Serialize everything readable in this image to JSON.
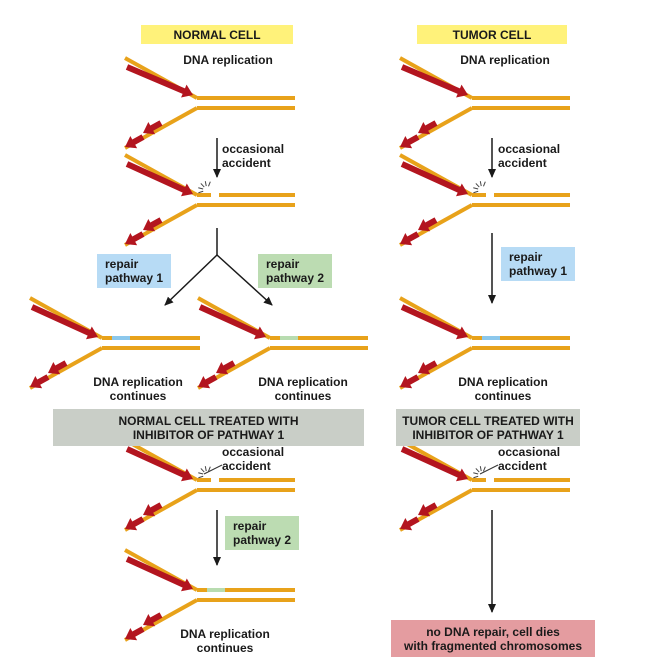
{
  "colors": {
    "strand": "#e8a21a",
    "primer": "#b3151f",
    "primer_light": "#cc2a2a",
    "patch1": "#8cc8ec",
    "patch2": "#b8dcb0",
    "yellow_label": "#fff27a",
    "blue_label": "#b7dbf5",
    "green_label": "#bcdcb2",
    "gray_banner": "#c9cec7",
    "red_banner": "#e49ca0",
    "arrow": "#1a1a1a"
  },
  "headers": {
    "normal_cell": "NORMAL CELL",
    "tumor_cell": "TUMOR CELL"
  },
  "labels": {
    "dna_replication": "DNA replication",
    "occasional_accident": "occasional\naccident",
    "repair_pathway_1": "repair\npathway 1",
    "repair_pathway_2": "repair\npathway 2",
    "replication_continues": "DNA replication\ncontinues"
  },
  "banners": {
    "normal_treated": "NORMAL CELL TREATED WITH\nINHIBITOR OF PATHWAY 1",
    "tumor_treated": "TUMOR CELL TREATED WITH\nINHIBITOR OF PATHWAY 1",
    "no_repair": "no DNA repair, cell dies\nwith fragmented chromosomes"
  }
}
